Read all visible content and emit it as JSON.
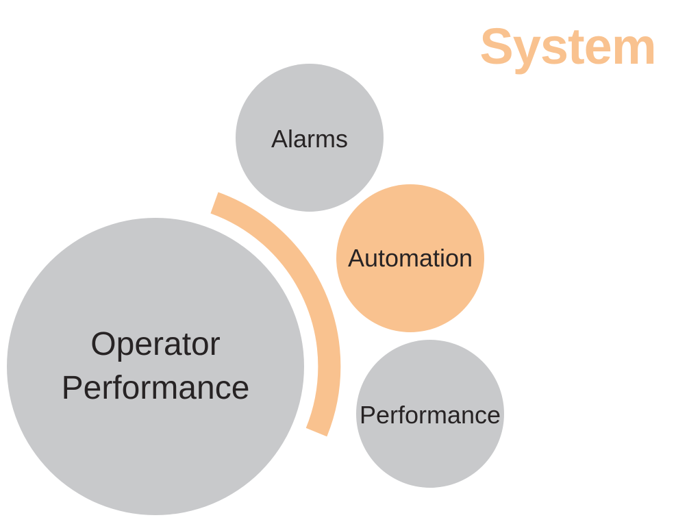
{
  "title": {
    "text": "System"
  },
  "colors": {
    "orange": "#F9C28F",
    "gray": "#C8C9CB",
    "label": "#272324",
    "background": "#FFFFFF"
  },
  "bubbles": {
    "operator_performance": {
      "label_line1": "Operator",
      "label_line2": "Performance"
    },
    "alarms": {
      "label": "Alarms"
    },
    "automation": {
      "label": "Automation"
    },
    "performance": {
      "label": "Performance"
    }
  },
  "connector": {
    "shape": "arc"
  }
}
